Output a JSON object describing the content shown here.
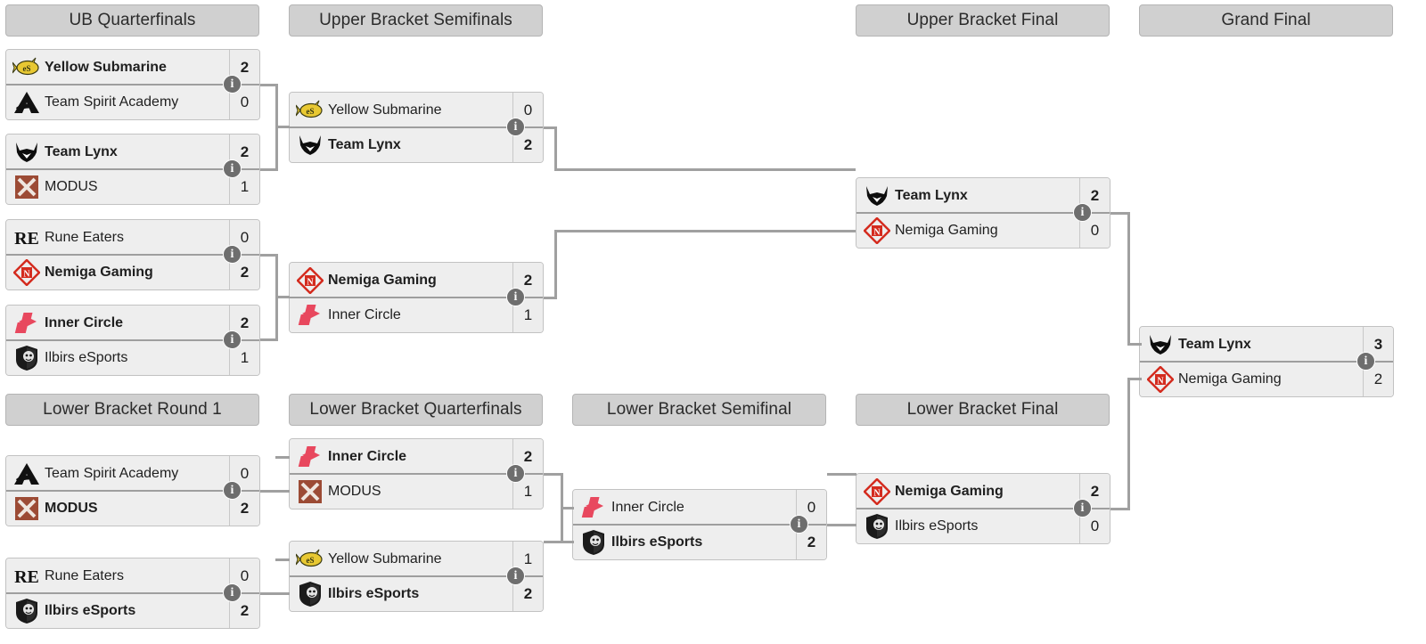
{
  "bracket": {
    "rounds": [
      {
        "id": "ub-quarterfinals",
        "label": "UB Quarterfinals"
      },
      {
        "id": "ub-semifinals",
        "label": "Upper Bracket Semifinals"
      },
      {
        "id": "ub-final",
        "label": "Upper Bracket Final"
      },
      {
        "id": "grand-final",
        "label": "Grand Final"
      },
      {
        "id": "lb-round1",
        "label": "Lower Bracket Round 1"
      },
      {
        "id": "lb-quarterfinals",
        "label": "Lower Bracket Quarterfinals"
      },
      {
        "id": "lb-semifinal",
        "label": "Lower Bracket Semifinal"
      },
      {
        "id": "lb-final",
        "label": "Lower Bracket Final"
      }
    ],
    "info_badge_label": "i",
    "matches": [
      {
        "id": "ubqf1",
        "top": {
          "team": "Yellow Submarine",
          "logo": "yellow-submarine-logo",
          "score": "2",
          "winner": true
        },
        "bottom": {
          "team": "Team Spirit Academy",
          "logo": "team-spirit-academy-logo",
          "score": "0",
          "winner": false
        }
      },
      {
        "id": "ubqf2",
        "top": {
          "team": "Team Lynx",
          "logo": "team-lynx-logo",
          "score": "2",
          "winner": true
        },
        "bottom": {
          "team": "MODUS",
          "logo": "modus-logo",
          "score": "1",
          "winner": false
        }
      },
      {
        "id": "ubqf3",
        "top": {
          "team": "Rune Eaters",
          "logo": "rune-eaters-logo",
          "score": "0",
          "winner": false
        },
        "bottom": {
          "team": "Nemiga Gaming",
          "logo": "nemiga-gaming-logo",
          "score": "2",
          "winner": true
        }
      },
      {
        "id": "ubqf4",
        "top": {
          "team": "Inner Circle",
          "logo": "inner-circle-logo",
          "score": "2",
          "winner": true
        },
        "bottom": {
          "team": "Ilbirs eSports",
          "logo": "ilbirs-esports-logo",
          "score": "1",
          "winner": false
        }
      },
      {
        "id": "ubsf1",
        "top": {
          "team": "Yellow Submarine",
          "logo": "yellow-submarine-logo",
          "score": "0",
          "winner": false
        },
        "bottom": {
          "team": "Team Lynx",
          "logo": "team-lynx-logo",
          "score": "2",
          "winner": true
        }
      },
      {
        "id": "ubsf2",
        "top": {
          "team": "Nemiga Gaming",
          "logo": "nemiga-gaming-logo",
          "score": "2",
          "winner": true
        },
        "bottom": {
          "team": "Inner Circle",
          "logo": "inner-circle-logo",
          "score": "1",
          "winner": false
        }
      },
      {
        "id": "ubf",
        "top": {
          "team": "Team Lynx",
          "logo": "team-lynx-logo",
          "score": "2",
          "winner": true
        },
        "bottom": {
          "team": "Nemiga Gaming",
          "logo": "nemiga-gaming-logo",
          "score": "0",
          "winner": false
        }
      },
      {
        "id": "gf",
        "top": {
          "team": "Team Lynx",
          "logo": "team-lynx-logo",
          "score": "3",
          "winner": true
        },
        "bottom": {
          "team": "Nemiga Gaming",
          "logo": "nemiga-gaming-logo",
          "score": "2",
          "winner": false
        }
      },
      {
        "id": "lbr1a",
        "top": {
          "team": "Team Spirit Academy",
          "logo": "team-spirit-academy-logo",
          "score": "0",
          "winner": false
        },
        "bottom": {
          "team": "MODUS",
          "logo": "modus-logo",
          "score": "2",
          "winner": true
        }
      },
      {
        "id": "lbr1b",
        "top": {
          "team": "Rune Eaters",
          "logo": "rune-eaters-logo",
          "score": "0",
          "winner": false
        },
        "bottom": {
          "team": "Ilbirs eSports",
          "logo": "ilbirs-esports-logo",
          "score": "2",
          "winner": true
        }
      },
      {
        "id": "lbqf1",
        "top": {
          "team": "Inner Circle",
          "logo": "inner-circle-logo",
          "score": "2",
          "winner": true
        },
        "bottom": {
          "team": "MODUS",
          "logo": "modus-logo",
          "score": "1",
          "winner": false
        }
      },
      {
        "id": "lbqf2",
        "top": {
          "team": "Yellow Submarine",
          "logo": "yellow-submarine-logo",
          "score": "1",
          "winner": false
        },
        "bottom": {
          "team": "Ilbirs eSports",
          "logo": "ilbirs-esports-logo",
          "score": "2",
          "winner": true
        }
      },
      {
        "id": "lbsf",
        "top": {
          "team": "Inner Circle",
          "logo": "inner-circle-logo",
          "score": "0",
          "winner": false
        },
        "bottom": {
          "team": "Ilbirs eSports",
          "logo": "ilbirs-esports-logo",
          "score": "2",
          "winner": true
        }
      },
      {
        "id": "lbf",
        "top": {
          "team": "Nemiga Gaming",
          "logo": "nemiga-gaming-logo",
          "score": "2",
          "winner": true
        },
        "bottom": {
          "team": "Ilbirs eSports",
          "logo": "ilbirs-esports-logo",
          "score": "0",
          "winner": false
        }
      }
    ]
  },
  "colors": {
    "header_bg": "#d0d0d0",
    "match_bg": "#eeeeee",
    "border": "#c2c2c2",
    "connector": "#a0a0a0",
    "info_badge": "#6e6e6e",
    "nemiga_red": "#d42b1e",
    "inner_circle_pink": "#e8485e",
    "modus_brown": "#9c4b35",
    "yellow_submarine_gold": "#e8c832"
  }
}
